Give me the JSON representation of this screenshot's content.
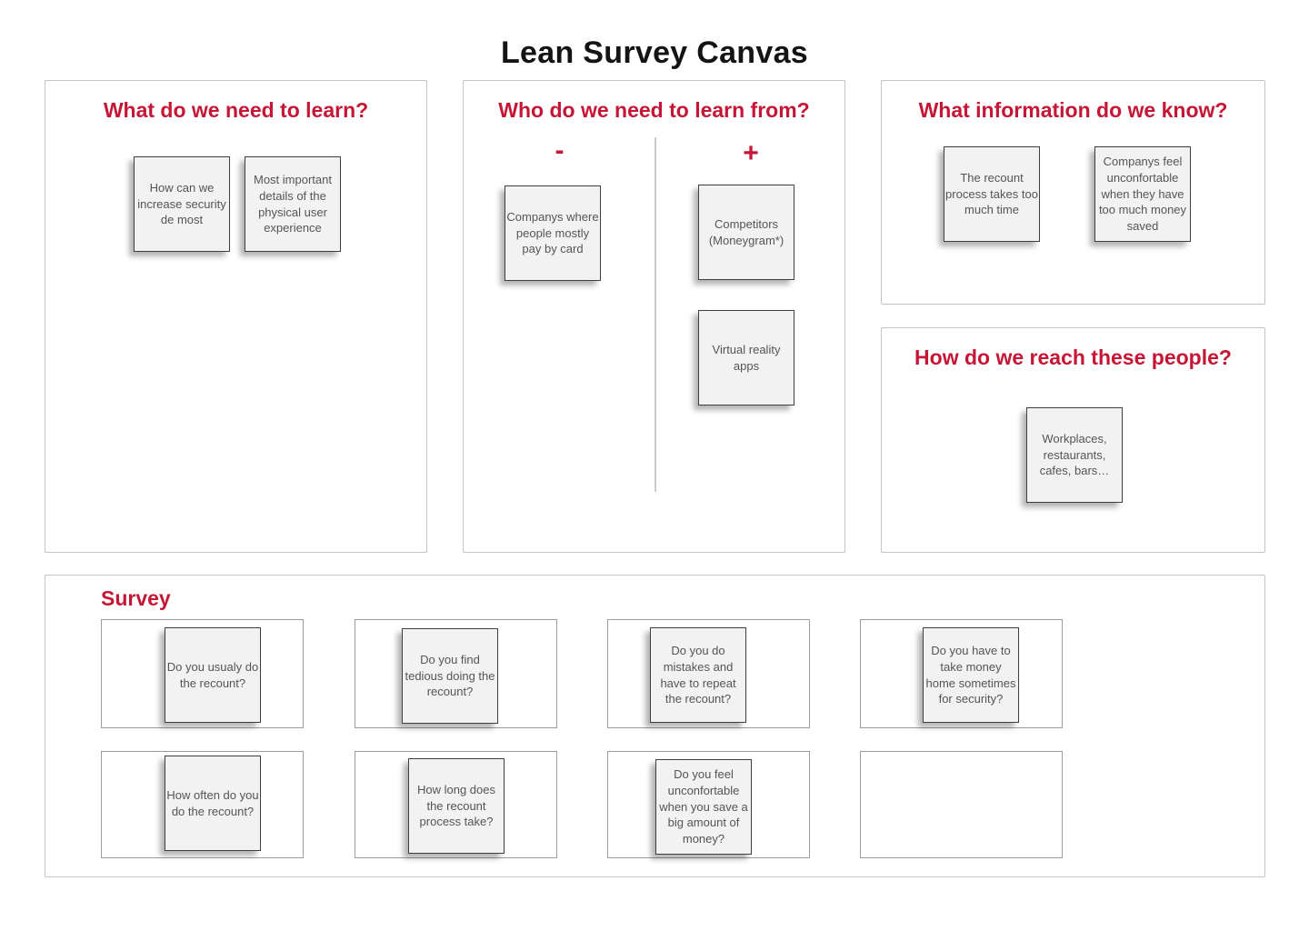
{
  "title": "Lean Survey Canvas",
  "colors": {
    "accent": "#c51635",
    "title_color": "#141414",
    "note_bg": "#f2f2f2",
    "note_border": "#3f3f3f",
    "note_text": "#555555",
    "panel_border": "#c4c4c4",
    "cell_border": "#9c9c9c",
    "divider_color": "#cccccc"
  },
  "panels": {
    "learn": {
      "title": "What do we need to learn?",
      "notes": [
        "How can we increase security de most",
        "Most important details of the physical user experience"
      ]
    },
    "who": {
      "title": "Who do we need to learn from?",
      "minus_label": "-",
      "plus_label": "+",
      "minus_notes": [
        "Companys where people mostly pay by card"
      ],
      "plus_notes": [
        "Competitors (Moneygram*)",
        "Virtual reality apps"
      ]
    },
    "know": {
      "title": "What information do we know?",
      "notes": [
        "The recount process takes too much time",
        "Companys feel unconfortable when they have too much money saved"
      ]
    },
    "reach": {
      "title": "How do we reach these people?",
      "notes": [
        "Workplaces, restaurants, cafes, bars…"
      ]
    },
    "survey": {
      "title": "Survey",
      "questions": [
        "Do you usualy do the recount?",
        "Do you find tedious doing the recount?",
        "Do you do mistakes and have to repeat the recount?",
        "Do you have to take money home sometimes for security?",
        "How often do you do the recount?",
        "How long does the recount process take?",
        "Do you feel unconfortable when you save a big amount of money?"
      ]
    }
  }
}
